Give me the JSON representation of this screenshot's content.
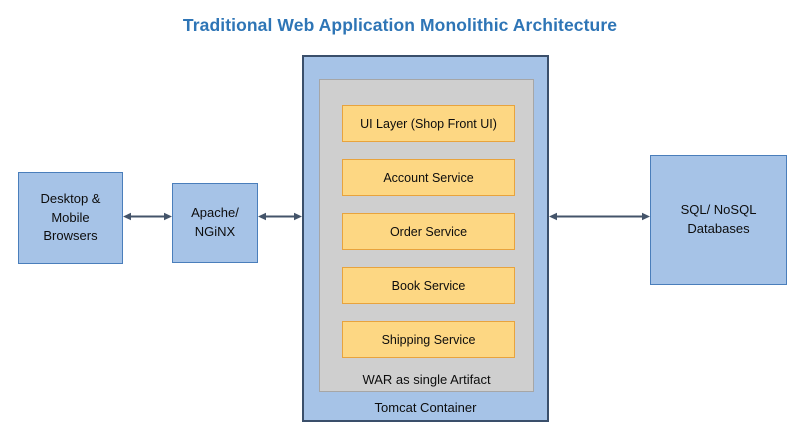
{
  "title": "Traditional Web Application Monolithic Architecture",
  "colors": {
    "title": "#2E75B6",
    "node_fill": "#A6C3E7",
    "node_border": "#4A7EBB",
    "container_border": "#3A4F6B",
    "panel_fill": "#CFCFCF",
    "panel_border": "#A6A6A6",
    "service_fill": "#FDD783",
    "service_border": "#E8A33D",
    "arrow": "#44546A",
    "background": "#FFFFFF"
  },
  "nodes": {
    "browsers": {
      "label": "Desktop &\nMobile\nBrowsers"
    },
    "proxy": {
      "label": "Apache/\nNGiNX"
    },
    "database": {
      "label": "SQL/ NoSQL\nDatabases"
    }
  },
  "container": {
    "label": "Tomcat Container",
    "artifact": {
      "label": "WAR as single Artifact",
      "services": [
        {
          "label": "UI Layer (Shop Front UI)"
        },
        {
          "label": "Account Service"
        },
        {
          "label": "Order Service"
        },
        {
          "label": "Book Service"
        },
        {
          "label": "Shipping Service"
        }
      ]
    }
  },
  "connectors": [
    {
      "name": "browsers-proxy",
      "from": "browsers",
      "to": "proxy",
      "direction": "bidirectional"
    },
    {
      "name": "proxy-tomcat",
      "from": "proxy",
      "to": "tomcat-container",
      "direction": "bidirectional"
    },
    {
      "name": "tomcat-database",
      "from": "tomcat-container",
      "to": "database",
      "direction": "bidirectional"
    }
  ]
}
